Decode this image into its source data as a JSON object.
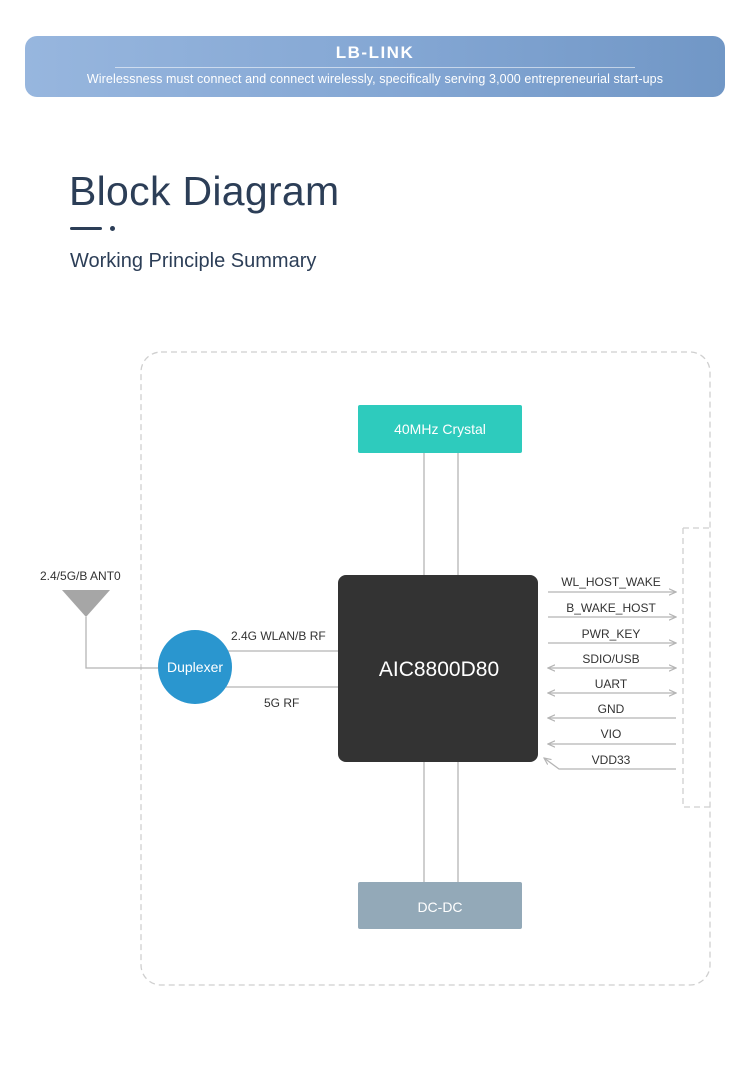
{
  "header": {
    "brand": "LB-LINK",
    "tagline": "Wirelessness must connect and connect wirelessly, specifically serving 3,000 entrepreneurial start-ups"
  },
  "page": {
    "title": "Block Diagram",
    "subtitle": "Working Principle Summary"
  },
  "diagram": {
    "crystal": "40MHz Crystal",
    "chip": "AIC8800D80",
    "dcdc": "DC-DC",
    "duplexer": "Duplexer",
    "antenna": "2.4/5G/B ANT0",
    "rf_24g": "2.4G WLAN/B RF",
    "rf_5g": "5G RF",
    "signals": [
      "WL_HOST_WAKE",
      "B_WAKE_HOST",
      "PWR_KEY",
      "SDIO/USB",
      "UART",
      "GND",
      "VIO",
      "VDD33"
    ],
    "colors": {
      "crystal": "#2ecbbd",
      "chip": "#333333",
      "dcdc": "#93a9b8",
      "duplexer": "#2a96cf",
      "antenna": "#a6a6a6",
      "lines": "#b5b5b5"
    }
  }
}
